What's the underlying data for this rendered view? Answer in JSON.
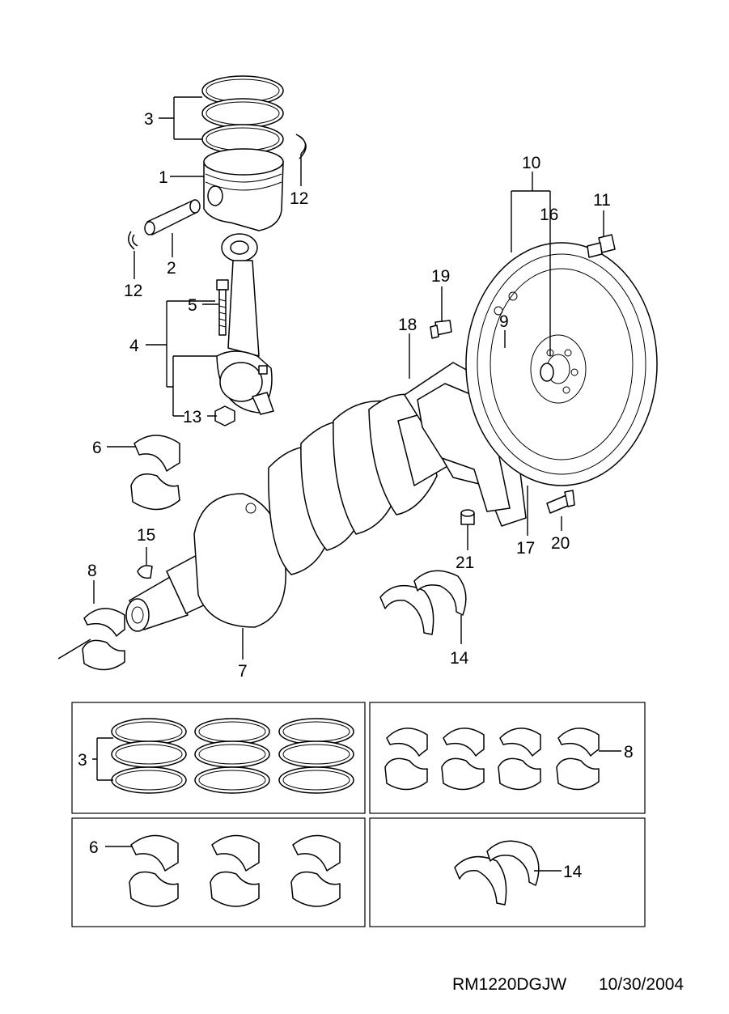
{
  "callouts": {
    "n1": "1",
    "n2": "2",
    "n3": "3",
    "n4": "4",
    "n5": "5",
    "n6": "6",
    "n7": "7",
    "n8": "8",
    "n9": "9",
    "n10": "10",
    "n11": "11",
    "n12a": "12",
    "n12b": "12",
    "n13": "13",
    "n14": "14",
    "n15": "15",
    "n16": "16",
    "n17": "17",
    "n18": "18",
    "n19": "19",
    "n20": "20",
    "n21": "21"
  },
  "kits": {
    "rings": "3",
    "main_bearings": "8",
    "rod_bearings": "6",
    "thrust_washers": "14"
  },
  "footer": {
    "code": "RM1220DGJW",
    "date": "10/30/2004"
  }
}
